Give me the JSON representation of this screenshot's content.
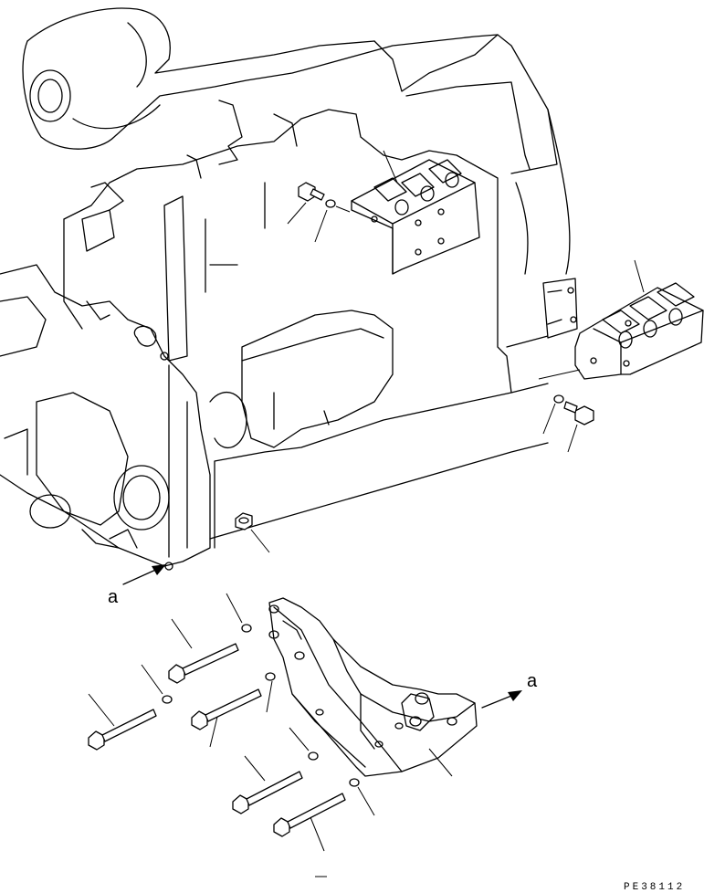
{
  "diagram": {
    "view_label_left": "a",
    "view_label_right": "a",
    "drawing_code": "PE38112"
  }
}
